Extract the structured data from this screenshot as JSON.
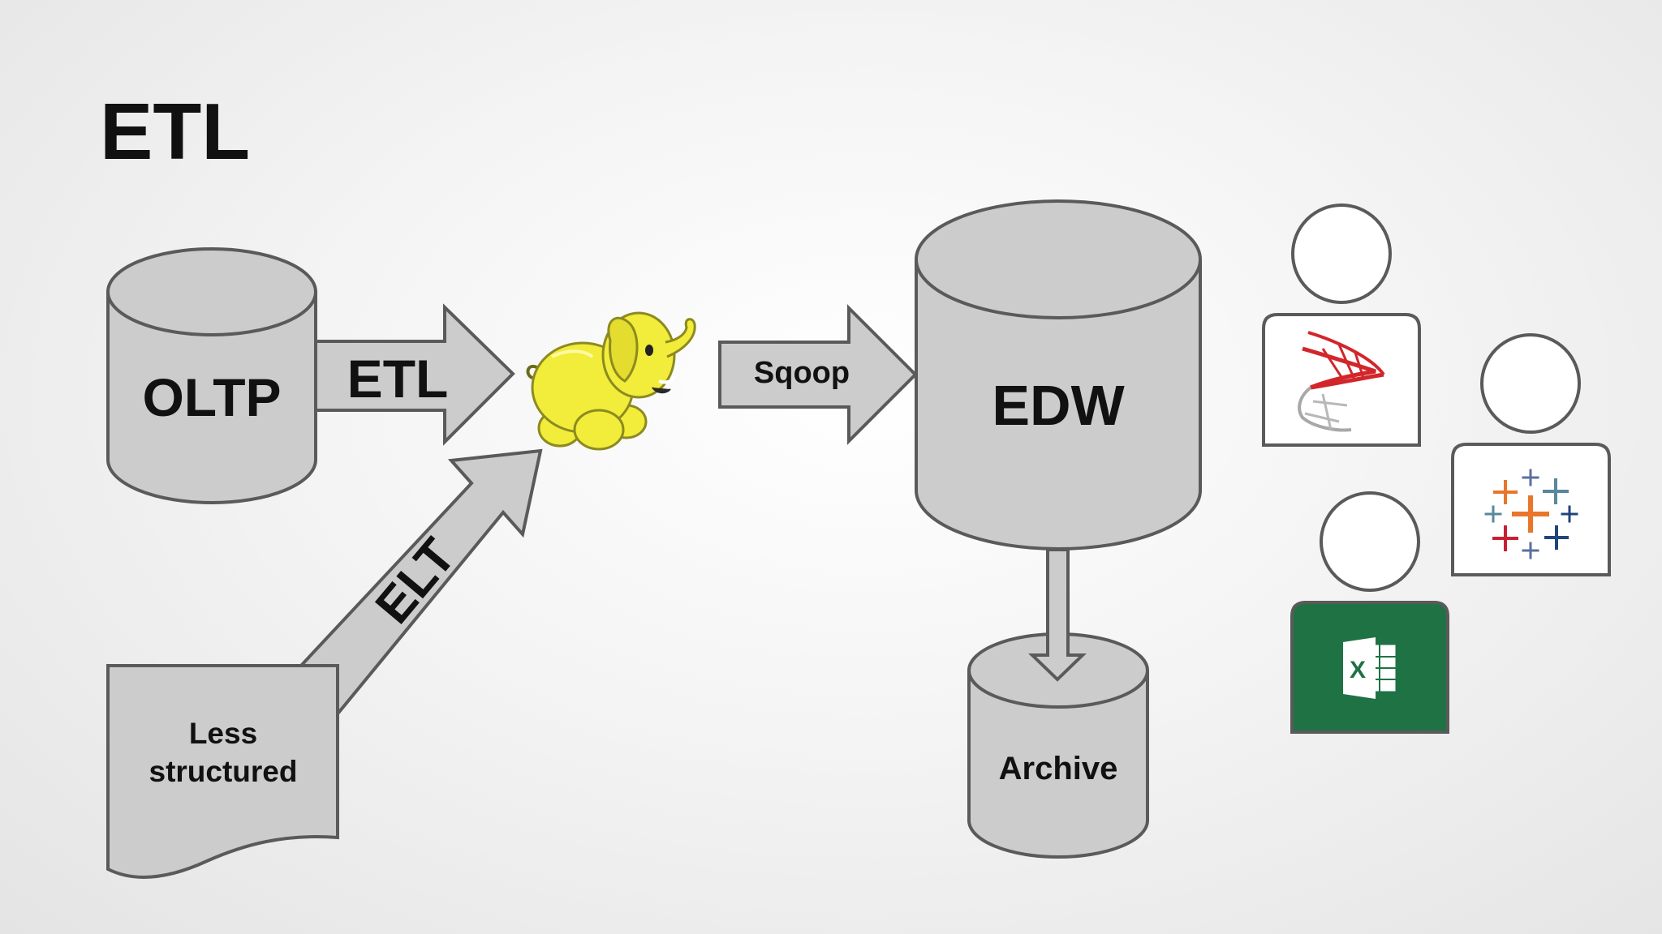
{
  "slide": {
    "title": "ETL"
  },
  "nodes": {
    "oltp": "OLTP",
    "less_structured": [
      "Less",
      "structured"
    ],
    "edw": "EDW",
    "archive": "Archive"
  },
  "arrows": {
    "etl": "ETL",
    "elt": "ELT",
    "sqoop": "Sqoop"
  },
  "icons": {
    "hadoop": "hadoop-elephant-logo",
    "sql_server": "sql-server-logo",
    "tableau": "tableau-logo",
    "excel": "excel-logo",
    "excel_letter": "X"
  },
  "colors": {
    "shape_fill": "#cccccc",
    "shape_stroke": "#5a5a5a",
    "elephant": "#f2ec3a",
    "sql_red": "#d2262b",
    "excel_green": "#1f7244",
    "tableau_orange": "#e8762b",
    "tableau_blue": "#5b6f9e",
    "tableau_red": "#c72035",
    "tableau_navy": "#1f457c",
    "tableau_teal": "#59879b"
  }
}
